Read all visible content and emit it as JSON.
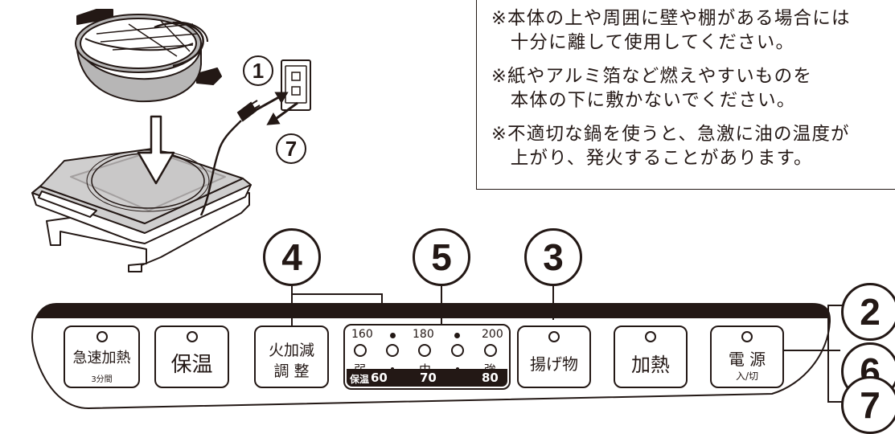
{
  "warnings": [
    "※本体の上や周囲に壁や棚がある場合には",
    "　十分に離して使用してください。",
    "※紙やアルミ箔など燃えやすいものを",
    "　本体の下に敷かないでください。",
    "※不適切な鍋を使うと、急激に油の温度が",
    "　上がり、発火することがあります。"
  ],
  "callouts": {
    "plug_in": "1",
    "unplug": "7",
    "step_heat_adjust": "4",
    "step_temperature": "5",
    "step_fry": "3",
    "step_power_a": "2",
    "step_power_b": "6",
    "step_power_c": "7"
  },
  "panel": {
    "quick_heat": {
      "label": "急速加熱",
      "sub": "3分間"
    },
    "keep_warm": {
      "label": "保温"
    },
    "heat_adjust": {
      "line1": "火加減",
      "line2": "調 整"
    },
    "temperature": {
      "top_values": [
        "160",
        "180",
        "200"
      ],
      "levels": [
        "弱",
        "中",
        "強"
      ],
      "warm_prefix": "保温",
      "warm_values": [
        "60",
        "70",
        "80"
      ]
    },
    "fry": {
      "label": "揚げ物"
    },
    "heat": {
      "label": "加熱"
    },
    "power": {
      "label": "電 源",
      "sub": "入/切"
    }
  },
  "colors": {
    "ink": "#231815",
    "panel_band": "#231815",
    "cooktop": "#e0dfdf",
    "pot": "#b7b6b6"
  }
}
